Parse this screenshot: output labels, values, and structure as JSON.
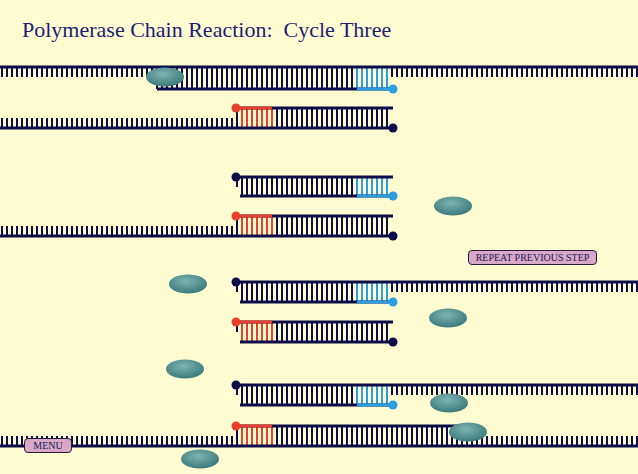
{
  "diagram": {
    "title": "Polymerase Chain Reaction:  Cycle Three",
    "nodes": [
      {
        "text": [
          "REPEAT PREVIOUS STEP"
        ]
      },
      {
        "text": [
          "MENU"
        ]
      }
    ]
  }
}
